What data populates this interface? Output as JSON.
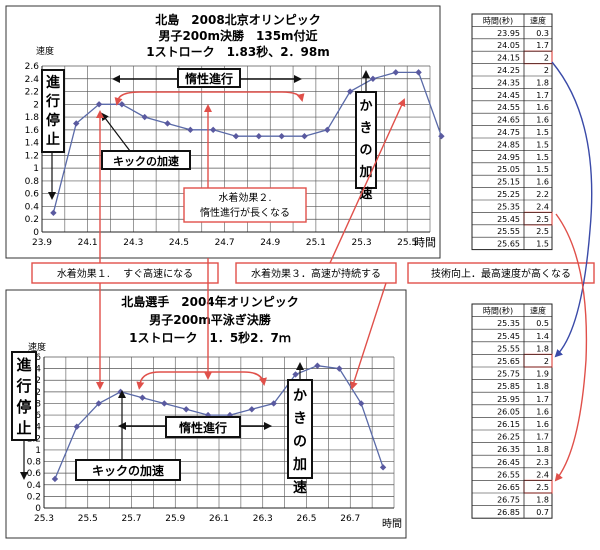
{
  "chart_data": [
    {
      "type": "line",
      "title": "北島　2008北京オリンピック",
      "subtitle_1": "男子200m決勝　135m付近",
      "subtitle_2": "1ストローク　1.83秒、2．98m",
      "ylabel": "速度",
      "xlabel": "時間",
      "ylim": [
        0,
        2.6
      ],
      "yticks": [
        "0",
        "0.2",
        "0.4",
        "0.6",
        "0.8",
        "1",
        "1.2",
        "1.4",
        "1.6",
        "1.8",
        "2",
        "2.2",
        "2.4",
        "2.6"
      ],
      "xlim": [
        23.9,
        25.6
      ],
      "xticks": [
        "23.9",
        "24.1",
        "24.3",
        "24.5",
        "24.7",
        "24.9",
        "25.1",
        "25.3",
        "25.5"
      ],
      "grid": true,
      "series": [
        {
          "x": [
            23.95,
            24.05,
            24.15,
            24.25,
            24.35,
            24.45,
            24.55,
            24.65,
            24.75,
            24.85,
            24.95,
            25.05,
            25.15,
            25.25,
            25.35,
            25.45,
            25.55,
            25.65
          ],
          "y": [
            0.3,
            1.7,
            2.0,
            2.0,
            1.8,
            1.7,
            1.6,
            1.6,
            1.5,
            1.5,
            1.5,
            1.5,
            1.6,
            2.2,
            2.4,
            2.5,
            2.5,
            1.5
          ]
        }
      ],
      "annotations": [
        {
          "text": "進行停止",
          "style": "black-box"
        },
        {
          "text": "惰性進行",
          "style": "black-box"
        },
        {
          "text": "キックの加速",
          "style": "black-box"
        },
        {
          "text": "かきの加速",
          "style": "black-box"
        },
        {
          "text": "水着効果２.",
          "style": "red-box"
        },
        {
          "text": "惰性進行が長くなる",
          "style": "red-box"
        }
      ]
    },
    {
      "type": "line",
      "title": "北島選手　2004年オリンピック",
      "subtitle_1": "男子200m平泳ぎ決勝",
      "subtitle_2": "1ストローク　1．5秒2．7ｍ",
      "ylabel": "速度",
      "xlabel": "時間",
      "ylim": [
        0,
        2.6
      ],
      "yticks": [
        "0",
        "0.2",
        "0.4",
        "0.6",
        "0.8",
        "1",
        "1.2",
        "1.4",
        "1.6",
        "1.8",
        "2",
        "2.2",
        "2.4",
        "2.6"
      ],
      "xlim": [
        25.3,
        26.9
      ],
      "xticks": [
        "25.3",
        "25.5",
        "25.7",
        "25.9",
        "26.1",
        "26.3",
        "26.5",
        "26.7"
      ],
      "grid": true,
      "series": [
        {
          "x": [
            25.35,
            25.45,
            25.55,
            25.65,
            25.75,
            25.85,
            25.95,
            26.05,
            26.15,
            26.25,
            26.35,
            26.45,
            26.55,
            26.65,
            26.75,
            26.85
          ],
          "y": [
            0.5,
            1.4,
            1.8,
            2.0,
            1.9,
            1.8,
            1.7,
            1.6,
            1.6,
            1.7,
            1.8,
            2.3,
            2.45,
            2.4,
            1.8,
            0.7
          ]
        }
      ],
      "annotations": [
        {
          "text": "進行停止",
          "style": "black-box"
        },
        {
          "text": "惰性進行",
          "style": "black-box"
        },
        {
          "text": "キックの加速",
          "style": "black-box"
        },
        {
          "text": "かきの加速",
          "style": "black-box"
        }
      ]
    }
  ],
  "callouts": [
    "水着効果１.　 すぐ高速になる",
    "水着効果３．高速が持続する",
    "技術向上．最高速度が高くなる"
  ],
  "tables": [
    {
      "headers": [
        "時間(秒)",
        "速度"
      ],
      "rows": [
        [
          "23.95",
          "0.3"
        ],
        [
          "24.05",
          "1.7"
        ],
        [
          "24.15",
          "2"
        ],
        [
          "24.25",
          "2"
        ],
        [
          "24.35",
          "1.8"
        ],
        [
          "24.45",
          "1.7"
        ],
        [
          "24.55",
          "1.6"
        ],
        [
          "24.65",
          "1.6"
        ],
        [
          "24.75",
          "1.5"
        ],
        [
          "24.85",
          "1.5"
        ],
        [
          "24.95",
          "1.5"
        ],
        [
          "25.05",
          "1.5"
        ],
        [
          "25.15",
          "1.6"
        ],
        [
          "25.25",
          "2.2"
        ],
        [
          "25.35",
          "2.4"
        ],
        [
          "25.45",
          "2.5"
        ],
        [
          "25.55",
          "2.5"
        ],
        [
          "25.65",
          "1.5"
        ]
      ],
      "highlight_rows": [
        2,
        15
      ]
    },
    {
      "headers": [
        "時間(秒)",
        "速度"
      ],
      "rows": [
        [
          "25.35",
          "0.5"
        ],
        [
          "25.45",
          "1.4"
        ],
        [
          "25.55",
          "1.8"
        ],
        [
          "25.65",
          "2"
        ],
        [
          "25.75",
          "1.9"
        ],
        [
          "25.85",
          "1.8"
        ],
        [
          "25.95",
          "1.7"
        ],
        [
          "26.05",
          "1.6"
        ],
        [
          "26.15",
          "1.6"
        ],
        [
          "26.25",
          "1.7"
        ],
        [
          "26.35",
          "1.8"
        ],
        [
          "26.45",
          "2.3"
        ],
        [
          "26.55",
          "2.4"
        ],
        [
          "26.65",
          "2.5"
        ],
        [
          "26.75",
          "1.8"
        ],
        [
          "26.85",
          "0.7"
        ]
      ],
      "highlight_rows": [
        3,
        13
      ]
    }
  ],
  "colors": {
    "line": "#5a6aa8",
    "marker": "#5a5aa0",
    "annotation_red": "#e0504a",
    "arrow_blue": "#3a4aa8",
    "grid": "#555555"
  }
}
